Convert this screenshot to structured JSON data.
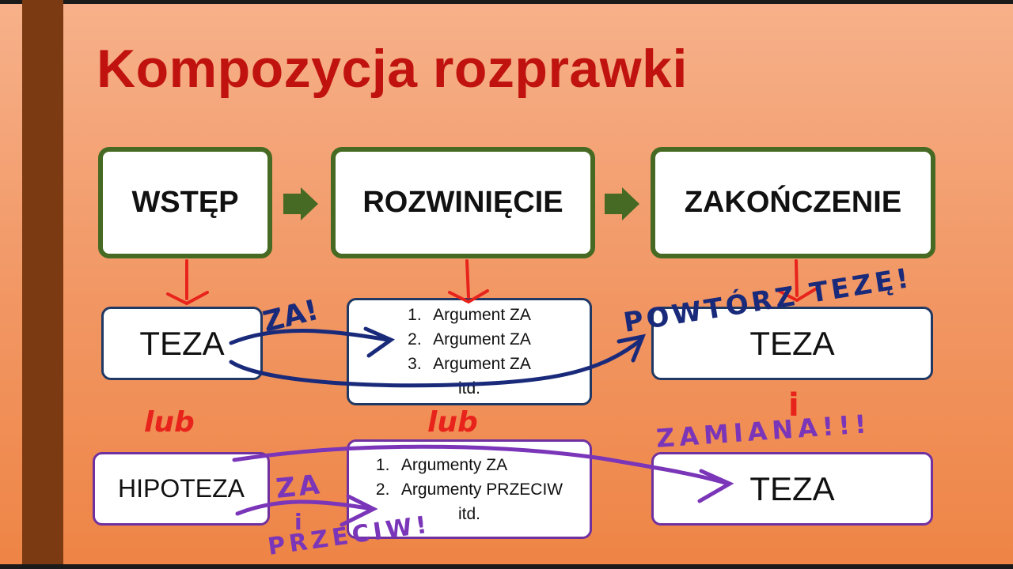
{
  "title": "Kompozycja rozprawki",
  "stages": {
    "intro": "WSTĘP",
    "body": "ROZWINIĘCIE",
    "conclusion": "ZAKOŃCZENIE"
  },
  "row1": {
    "left": "TEZA",
    "list": [
      {
        "num": "1.",
        "text": "Argument  ZA"
      },
      {
        "num": "2.",
        "text": "Argument ZA"
      },
      {
        "num": "3.",
        "text": "Argument ZA"
      }
    ],
    "list_more": "itd.",
    "right": "TEZA"
  },
  "row2": {
    "left": "HIPOTEZA",
    "list": [
      {
        "num": "1.",
        "text": "Argumenty  ZA"
      },
      {
        "num": "2.",
        "text": "Argumenty PRZECIW"
      }
    ],
    "list_more": "itd.",
    "right": "TEZA"
  },
  "annotations": {
    "za_top": "ZA!",
    "powtorz": "POWTÓRZ TEZĘ!",
    "lub_left": "lub",
    "lub_mid": "lub",
    "zamiana": "ZAMIANA!!!",
    "za_bottom": "ZA",
    "i": "i",
    "przeciw": "PRZECIW!"
  },
  "colors": {
    "title": "#c0130f",
    "stage_border": "#466a23",
    "row1_border": "#1f3864",
    "row2_border": "#7030a0",
    "ink_red": "#e8231b",
    "ink_navy": "#1a2a7a",
    "ink_purple": "#7a35b8"
  }
}
